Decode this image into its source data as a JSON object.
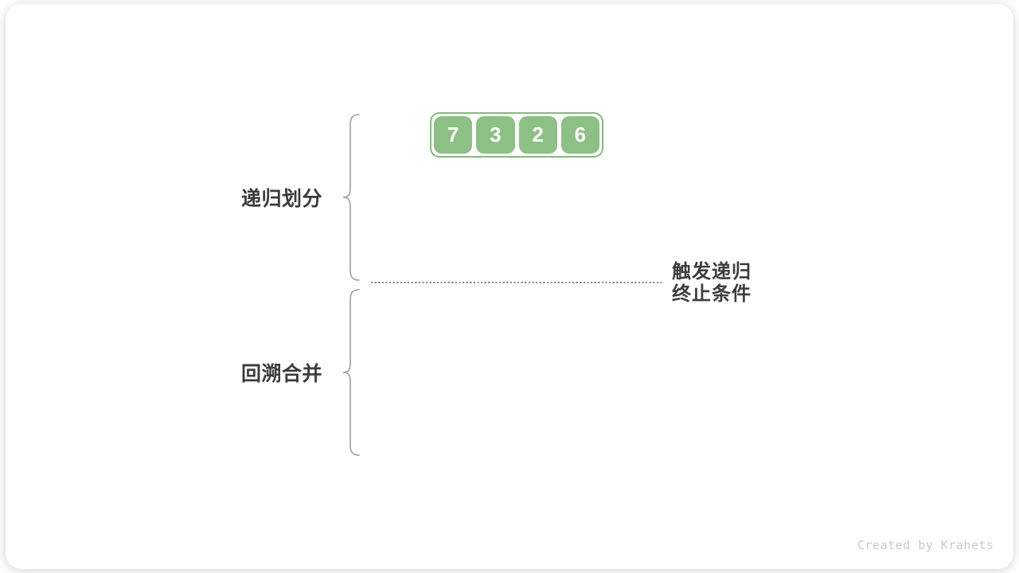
{
  "array": {
    "values": [
      "7",
      "3",
      "2",
      "6"
    ]
  },
  "labels": {
    "left_top": "递归划分",
    "left_bottom": "回溯合并",
    "right_note_line1": "触发递归",
    "right_note_line2": "终止条件"
  },
  "watermark": "Created by Krahets",
  "colors": {
    "cell_green": "#8cc084",
    "border_green": "#84ba7b",
    "text_dark": "#3c3c3c",
    "line_gray": "#8a8a8a",
    "brace_gray": "#a0a0a0",
    "watermark_gray": "#c9c9c9"
  }
}
